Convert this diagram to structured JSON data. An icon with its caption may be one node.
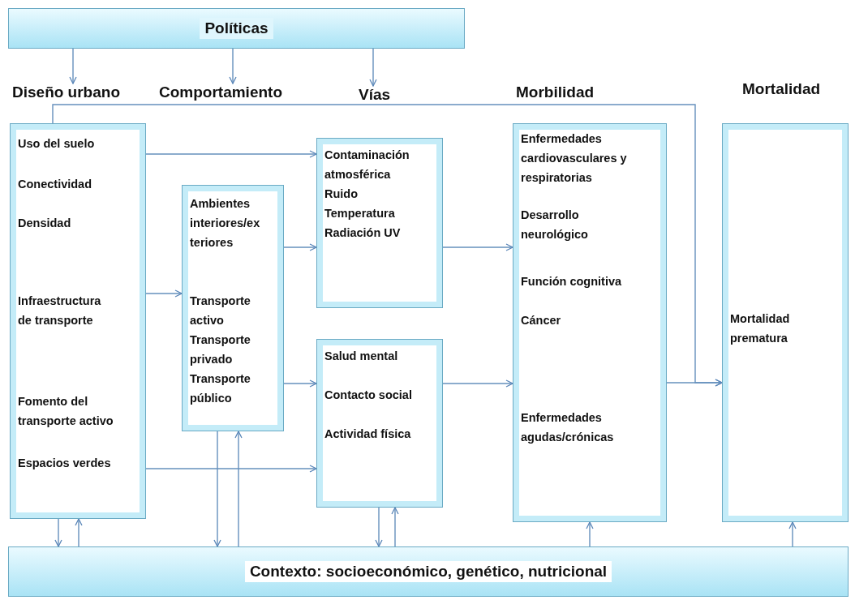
{
  "diagram": {
    "nodes": [
      {
        "text": [
          "Políticas"
        ]
      },
      {
        "text": [
          "Diseño urbano"
        ]
      },
      {
        "text": [
          "Comportamiento"
        ]
      },
      {
        "text": [
          "Vías"
        ]
      },
      {
        "text": [
          "Uso del suelo",
          "Conectividad",
          "Densidad",
          "Infraestructura de transporte",
          "Fomento del transporte activo",
          "Espacios verdes"
        ]
      },
      {
        "text": [
          "Ambientes interiores/ex teriores",
          "Transporte activo",
          "Transporte privado",
          "Transporte público"
        ]
      },
      {
        "text": [
          "Contaminación atmosférica",
          "Ruido",
          "Temperatura",
          "Radiación UV"
        ]
      },
      {
        "text": [
          "Salud mental",
          "Contacto social",
          "Actividad física"
        ]
      },
      {
        "text": [
          "Enfermedades cardiovasculares y respiratorias",
          "Desarrollo neurológico",
          "Función cognitiva",
          "Cáncer",
          "Enfermedades agudas/crónicas"
        ]
      },
      {
        "text": [
          "Mortalidad prematura"
        ]
      },
      {
        "text": [
          "Contexto: socioeconómico, genético, nutricional"
        ]
      }
    ],
    "edges": [
      {
        "from": 0,
        "to": 1,
        "arrow": "to"
      },
      {
        "from": 0,
        "to": 2,
        "arrow": "to"
      },
      {
        "from": 0,
        "to": 3,
        "arrow": "to"
      },
      {
        "from": 4,
        "to": 6,
        "arrow": "to"
      },
      {
        "from": 4,
        "to": 5,
        "arrow": "to"
      },
      {
        "from": 4,
        "to": 7,
        "arrow": "to"
      },
      {
        "from": 5,
        "to": 6,
        "arrow": "to"
      },
      {
        "from": 5,
        "to": 7,
        "arrow": "to"
      },
      {
        "from": 6,
        "to": 8,
        "arrow": "to"
      },
      {
        "from": 7,
        "to": 8,
        "arrow": "to"
      },
      {
        "from": 8,
        "to": 9,
        "arrow": "to"
      },
      {
        "from": 4,
        "to": 9,
        "arrow": "to"
      },
      {
        "from": 4,
        "to": 10,
        "arrow": "to"
      },
      {
        "from": 10,
        "to": 4,
        "arrow": "to"
      },
      {
        "from": 5,
        "to": 10,
        "arrow": "to"
      },
      {
        "from": 10,
        "to": 5,
        "arrow": "to"
      },
      {
        "from": 7,
        "to": 10,
        "arrow": "to"
      },
      {
        "from": 10,
        "to": 7,
        "arrow": "to"
      },
      {
        "from": 10,
        "to": 8,
        "arrow": "to"
      },
      {
        "from": 10,
        "to": 9,
        "arrow": "to"
      }
    ],
    "labels": [
      "Morbilidad",
      "Mortalidad"
    ]
  }
}
